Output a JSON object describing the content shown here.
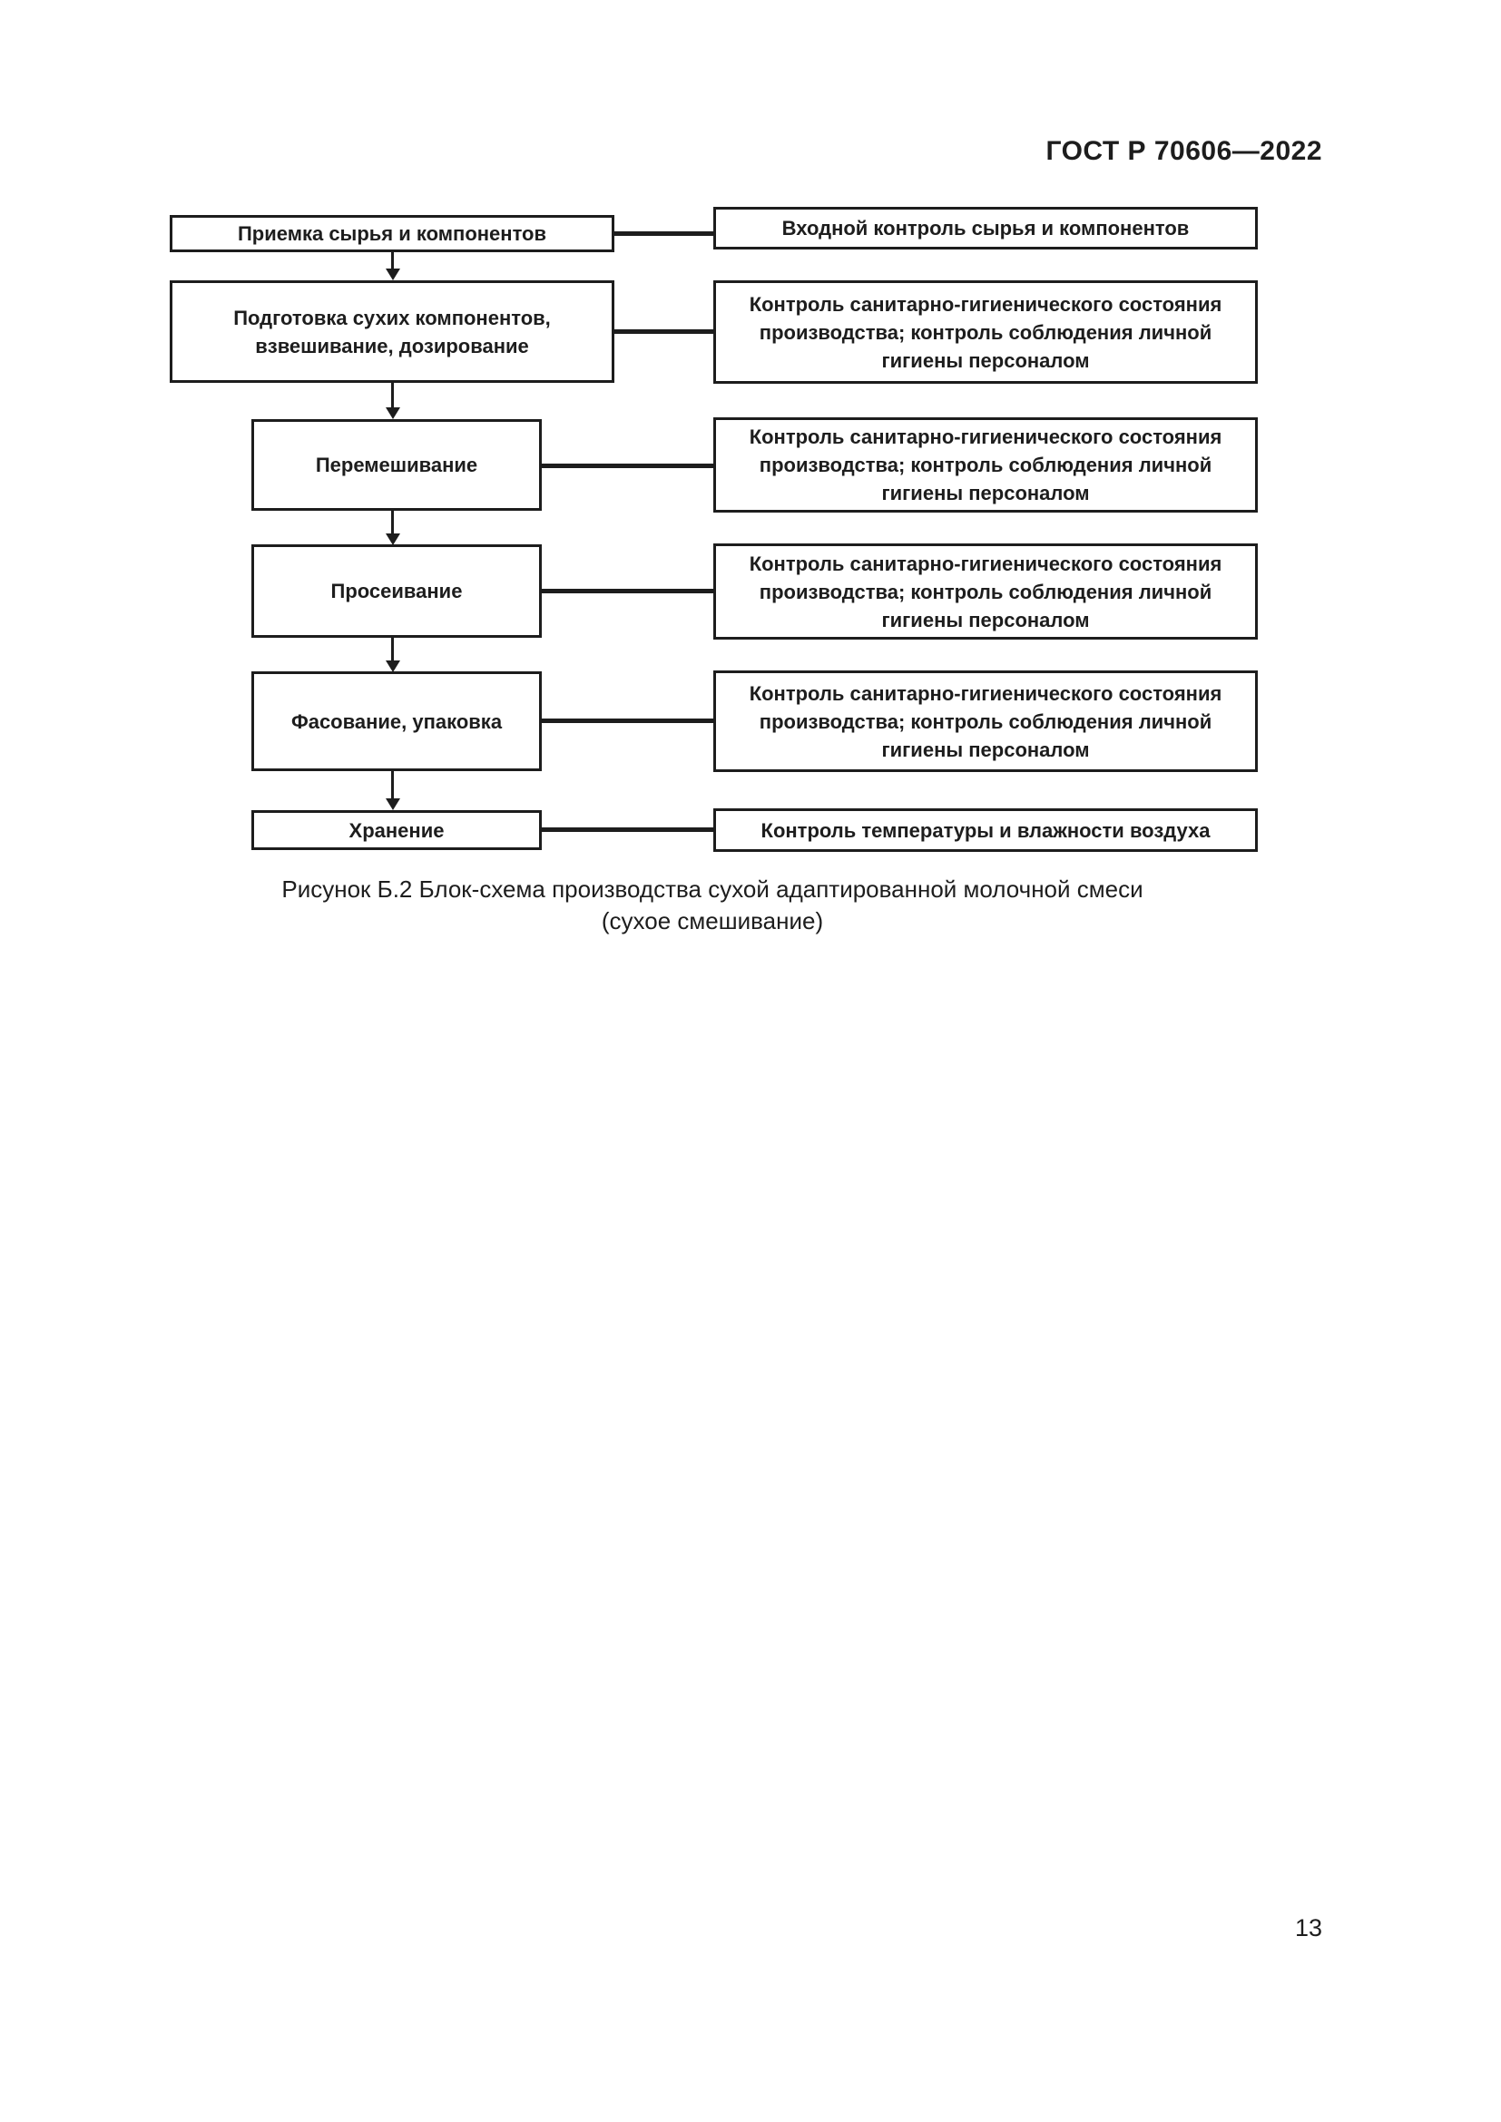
{
  "page": {
    "header": "ГОСТ Р 70606—2022",
    "page_number": "13"
  },
  "figure": {
    "caption_line1": "Рисунок Б.2 Блок-схема производства сухой адаптированной молочной смеси",
    "caption_line2": "(сухое смешивание)"
  },
  "flowchart": {
    "ink_color": "#1d1d1d",
    "rows": [
      {
        "left": "Приемка сырья и компонентов",
        "right": "Входной контроль сырья и компонентов"
      },
      {
        "left": "Подготовка сухих компонентов,\nвзвешивание, дозирование",
        "right": "Контроль санитарно-гигиенического состояния\nпроизводства; контроль соблюдения личной\nгигиены персоналом"
      },
      {
        "left": "Перемешивание",
        "right": "Контроль санитарно-гигиенического состояния\nпроизводства; контроль соблюдения личной\nгигиены персоналом"
      },
      {
        "left": "Просеивание",
        "right": "Контроль санитарно-гигиенического состояния\nпроизводства; контроль соблюдения личной\nгигиены персоналом"
      },
      {
        "left": "Фасование, упаковка",
        "right": "Контроль санитарно-гигиенического состояния\nпроизводства; контроль соблюдения личной\nгигиены персоналом"
      },
      {
        "left": "Хранение",
        "right": "Контроль температуры и влажности воздуха"
      }
    ]
  }
}
